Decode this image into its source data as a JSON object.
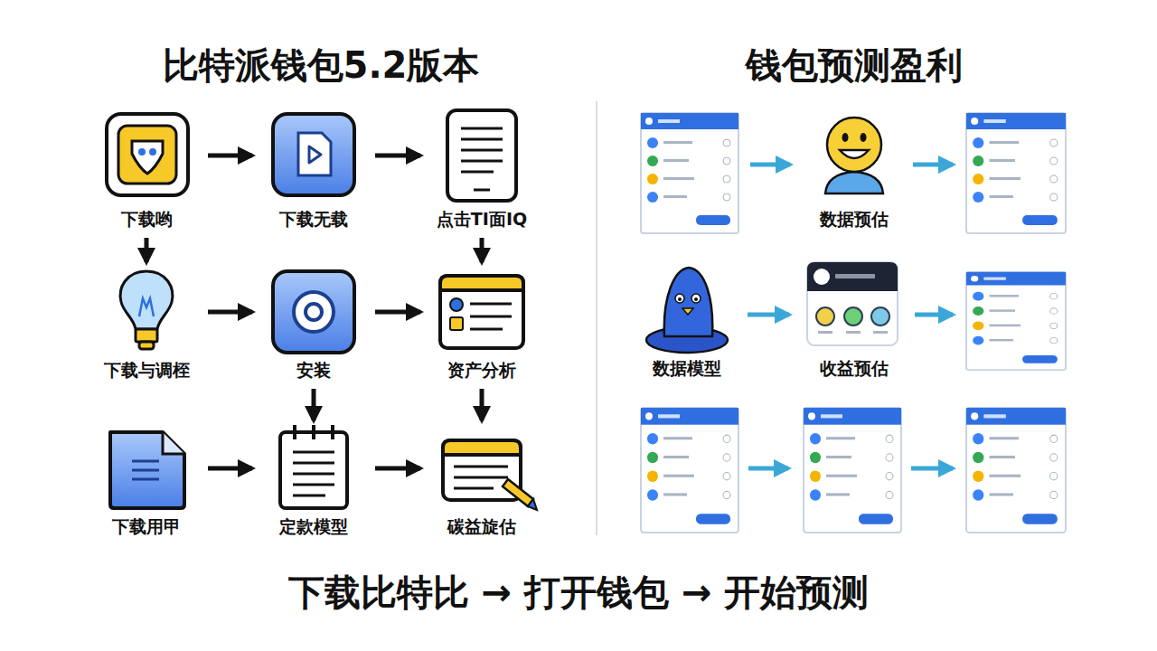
{
  "diagram": {
    "title": "比特派钱包5.2版本",
    "caption": "下载比特比 → 打开钱包 → 开始预测",
    "nodes": [
      {
        "text": [
          "下载哟"
        ]
      },
      {
        "text": [
          "下载无载"
        ]
      },
      {
        "text": [
          "点击TI面IQ"
        ]
      },
      {
        "text": [
          "下载与调桎"
        ]
      },
      {
        "text": [
          "安装"
        ]
      },
      {
        "text": [
          "资产分析"
        ]
      },
      {
        "text": [
          "下载用甲"
        ]
      },
      {
        "text": [
          "定款模型"
        ]
      },
      {
        "text": [
          "碳益旋估"
        ]
      },
      {
        "text": [
          "数据预估"
        ]
      },
      {
        "text": [
          "数据模型"
        ]
      },
      {
        "text": [
          "收益预估"
        ]
      }
    ],
    "edges": [
      {
        "from": 0,
        "to": 1,
        "arrow": "to"
      },
      {
        "from": 1,
        "to": 2,
        "arrow": "to"
      },
      {
        "from": 0,
        "to": 3,
        "arrow": "to"
      },
      {
        "from": 2,
        "to": 5,
        "arrow": "to"
      },
      {
        "from": 3,
        "to": 4,
        "arrow": "to"
      },
      {
        "from": 4,
        "to": 5,
        "arrow": "to"
      },
      {
        "from": 4,
        "to": 7,
        "arrow": "to"
      },
      {
        "from": 5,
        "to": 8,
        "arrow": "to"
      },
      {
        "from": 6,
        "to": 7,
        "arrow": "to"
      },
      {
        "from": 7,
        "to": 8,
        "arrow": "to"
      },
      {
        "from": 10,
        "to": 11,
        "arrow": "to"
      }
    ],
    "labels": [
      "钱包预测盈利"
    ]
  }
}
